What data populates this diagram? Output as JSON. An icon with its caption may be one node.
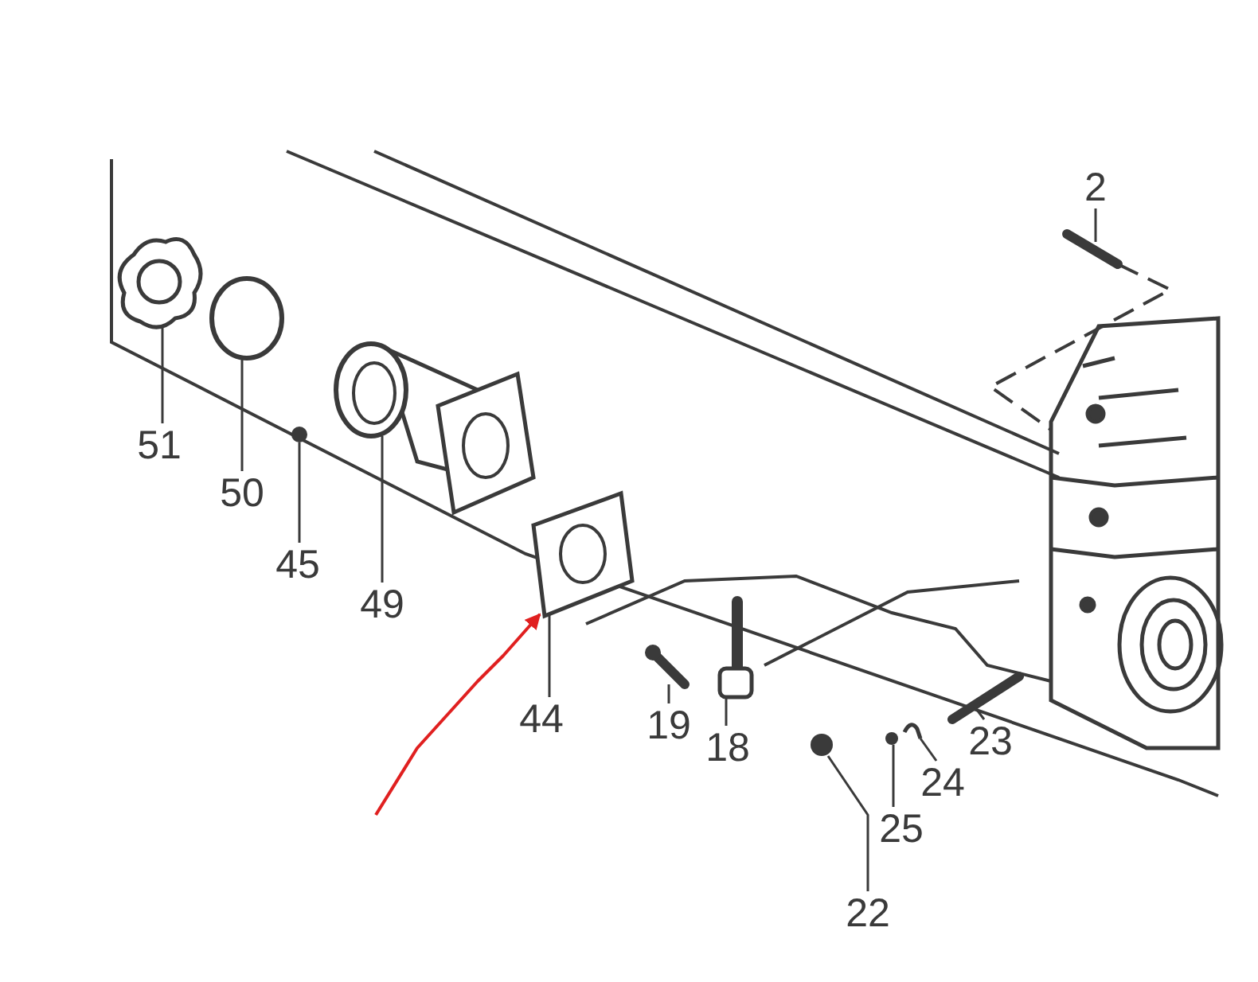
{
  "diagram": {
    "nodes": [
      {
        "text": [
          "2"
        ]
      },
      {
        "text": [],
        "shape": "picture"
      },
      {
        "text": [
          "51"
        ]
      },
      {
        "text": [],
        "shape": "picture"
      },
      {
        "text": [
          "50"
        ]
      },
      {
        "text": [],
        "shape": "picture"
      },
      {
        "text": [
          "45"
        ]
      },
      {
        "text": [],
        "shape": "circle"
      },
      {
        "text": [
          "49"
        ]
      },
      {
        "text": [],
        "shape": "picture"
      },
      {
        "text": [
          "44"
        ]
      },
      {
        "text": [],
        "shape": "picture"
      },
      {
        "text": [
          "19"
        ]
      },
      {
        "text": [],
        "shape": "picture"
      },
      {
        "text": [
          "18"
        ]
      },
      {
        "text": [],
        "shape": "picture"
      },
      {
        "text": [
          "23"
        ]
      },
      {
        "text": [],
        "shape": "picture"
      },
      {
        "text": [
          "24"
        ]
      },
      {
        "text": [],
        "shape": "picture"
      },
      {
        "text": [
          "25"
        ]
      },
      {
        "text": [],
        "shape": "circle"
      },
      {
        "text": [
          "22"
        ]
      },
      {
        "text": [],
        "shape": "circle"
      }
    ],
    "edges": [
      {
        "from": 0,
        "to": 1,
        "arrow": "none"
      },
      {
        "from": 2,
        "to": 3,
        "arrow": "none"
      },
      {
        "from": 4,
        "to": 5,
        "arrow": "none"
      },
      {
        "from": 6,
        "to": 7,
        "arrow": "none"
      },
      {
        "from": 8,
        "to": 9,
        "arrow": "none"
      },
      {
        "from": 10,
        "to": 11,
        "arrow": "none"
      },
      {
        "from": 12,
        "to": 13,
        "arrow": "none"
      },
      {
        "from": 14,
        "to": 15,
        "arrow": "none"
      },
      {
        "from": 16,
        "to": 17,
        "arrow": "none"
      },
      {
        "from": 18,
        "to": 19,
        "arrow": "none"
      },
      {
        "from": 20,
        "to": 21,
        "arrow": "none"
      },
      {
        "from": 22,
        "to": 23,
        "arrow": "none"
      },
      {
        "from": null,
        "to": 11,
        "arrow": "to",
        "color": "#e02020"
      }
    ]
  }
}
